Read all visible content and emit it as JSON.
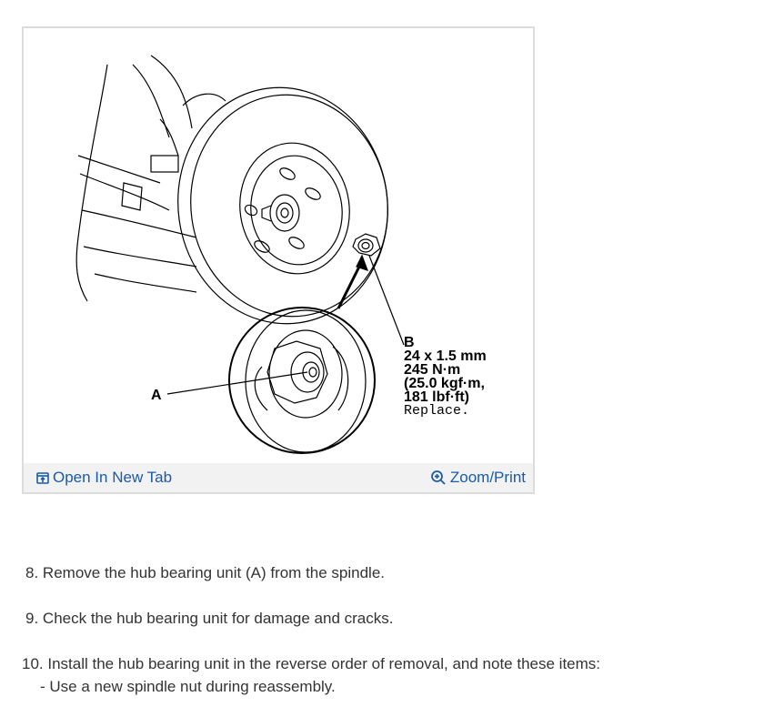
{
  "figure": {
    "callout_a": "A",
    "callout_b": {
      "letter": "B",
      "size": "24 x 1.5 mm",
      "torque": "245 N·m",
      "torque_kgf": "(25.0 kgf·m,",
      "torque_lbf": "181 lbf·ft)",
      "note": "Replace."
    },
    "toolbar": {
      "open_tab_label": "Open In New Tab",
      "zoom_label": "Zoom/Print"
    }
  },
  "steps": [
    {
      "number": "8.",
      "text": "Remove the hub bearing unit (A) from the spindle."
    },
    {
      "number": "9.",
      "text": "Check the hub bearing unit for damage and cracks."
    },
    {
      "number": "10.",
      "text": "Install the hub bearing unit in the reverse order of removal, and note these items:"
    }
  ],
  "substeps": [
    {
      "bullet": "-",
      "text": "Use a new spindle nut during reassembly."
    }
  ],
  "colors": {
    "link": "#1a5ba8",
    "toolbar_bg": "#f2f2f2",
    "border": "#dcdcdc"
  }
}
